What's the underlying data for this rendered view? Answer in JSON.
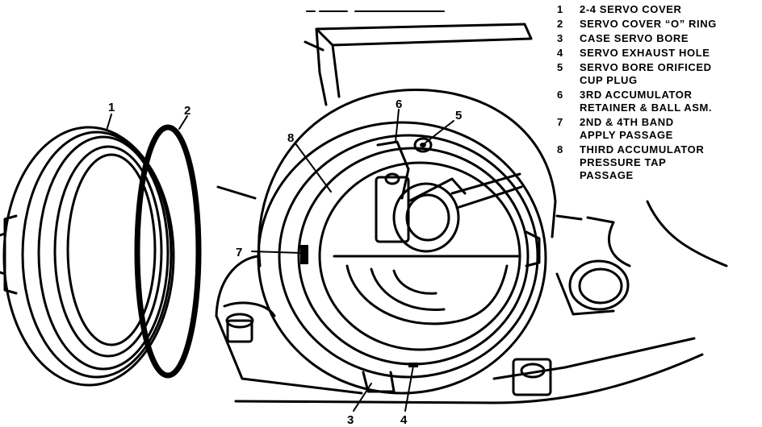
{
  "legend": [
    {
      "number": "1",
      "lines": [
        "2-4 SERVO COVER"
      ]
    },
    {
      "number": "2",
      "lines": [
        "SERVO COVER “O” RING"
      ]
    },
    {
      "number": "3",
      "lines": [
        "CASE SERVO BORE"
      ]
    },
    {
      "number": "4",
      "lines": [
        "SERVO EXHAUST HOLE"
      ]
    },
    {
      "number": "5",
      "lines": [
        "SERVO BORE ORIFICED",
        "CUP PLUG"
      ]
    },
    {
      "number": "6",
      "lines": [
        "3RD ACCUMULATOR",
        "RETAINER & BALL ASM."
      ]
    },
    {
      "number": "7",
      "lines": [
        "2ND & 4TH BAND",
        "APPLY PASSAGE"
      ]
    },
    {
      "number": "8",
      "lines": [
        "THIRD ACCUMULATOR",
        "PRESSURE TAP",
        "PASSAGE"
      ]
    }
  ],
  "callouts": [
    "1",
    "2",
    "3",
    "4",
    "5",
    "6",
    "7",
    "8"
  ]
}
